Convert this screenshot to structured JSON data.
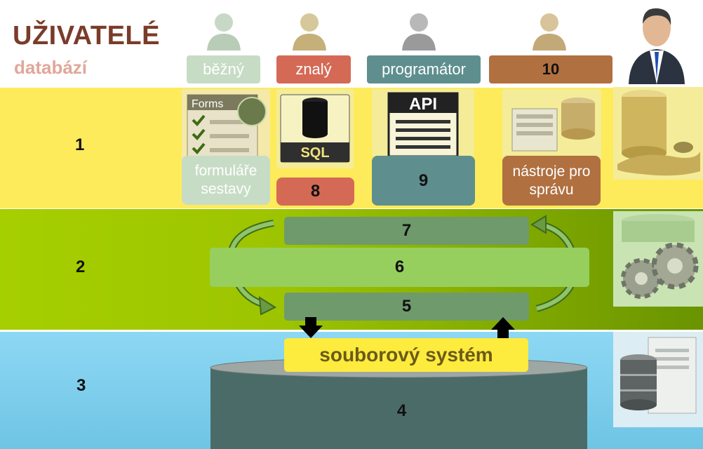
{
  "title": "UŽIVATELÉ",
  "subtitle": "databází",
  "roles": [
    {
      "label": "běžný",
      "color": "#c7dcc5"
    },
    {
      "label": "znalý",
      "color": "#d46a55"
    },
    {
      "label": "programátor",
      "color": "#5e8f8e"
    },
    {
      "label": "10",
      "color": "#b07040"
    }
  ],
  "layers": [
    "1",
    "2",
    "3"
  ],
  "layer1": {
    "forms_icon_text": "Forms",
    "sql_icon_text": "SQL",
    "api_icon_text": "API",
    "forms_label": "formuláře sestavy",
    "sql_label": "8",
    "api_label": "9",
    "tools_label": "nástroje pro správu"
  },
  "layer2": {
    "top": "7",
    "middle": "6",
    "bottom": "5"
  },
  "layer3": {
    "filesystem": "souborový systém",
    "storage": "4"
  },
  "colors": {
    "band1": "#fdeb5c",
    "band2": "#9dc400",
    "band3": "#7fcfee",
    "bar_dark": "#6f9a6c",
    "bar_light": "#97cf5e",
    "filesystem": "#fdeb3d",
    "cylinder": "#4b6b68"
  }
}
